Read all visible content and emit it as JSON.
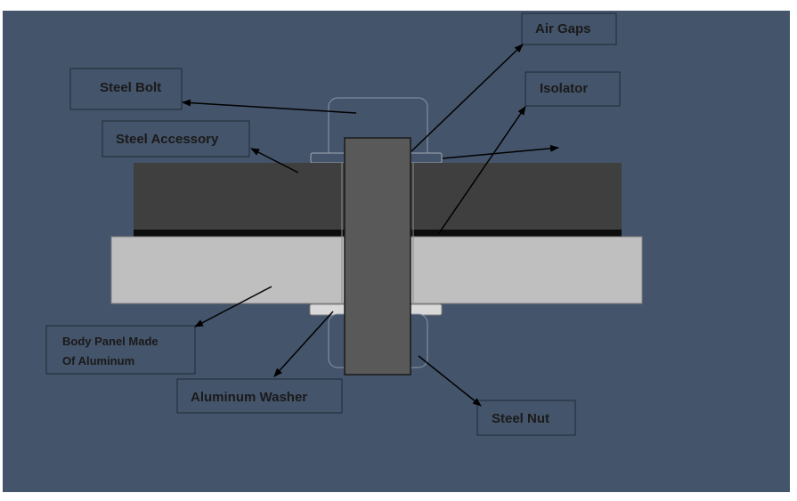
{
  "colors": {
    "background": "#44546a",
    "label_box": "#44546a",
    "label_border": "#1f2a38",
    "accessory": "#3f3f3f",
    "isolator": "#0d0d0d",
    "panel": "#bfbfbf",
    "bolt_shaft": "#595959",
    "bolt_head": "#44546a",
    "washer": "#d9d9d9",
    "arrow": "#000000"
  },
  "labels": {
    "steel_bolt": "Steel Bolt",
    "air_gaps": "Air Gaps",
    "isolator": "Isolator",
    "steel_accessory": "Steel Accessory",
    "body_panel_line1": "Body Panel Made",
    "body_panel_line2": "Of Aluminum",
    "aluminum_washer": "Aluminum Washer",
    "steel_nut": "Steel Nut"
  }
}
